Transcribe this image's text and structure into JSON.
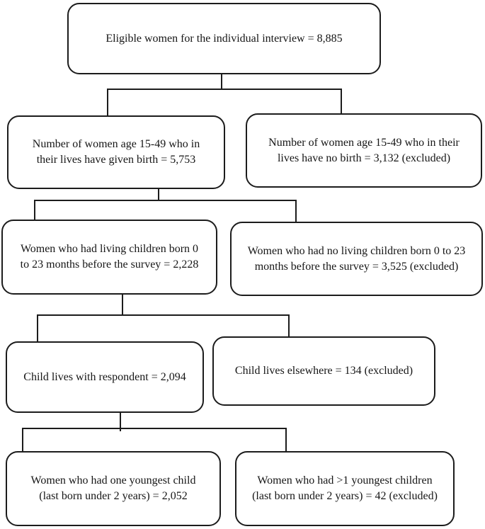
{
  "diagram": {
    "kind": "participant-selection-flowchart",
    "colors": {
      "background": "#ffffff",
      "line": "#1c1c1c",
      "text": "#161616"
    },
    "nodes": [
      {
        "id": "eligible",
        "text": "Eligible women for the individual interview = 8,885",
        "value": "8,885",
        "status": "included"
      },
      {
        "id": "given-birth",
        "text": "Number of women age 15-49 who in\ntheir lives have given birth = 5,753",
        "value": "5,753",
        "status": "included"
      },
      {
        "id": "no-birth",
        "text": "Number of women age 15-49 who in their\nlives have no birth = 3,132 (excluded)",
        "value": "3,132",
        "status": "excluded"
      },
      {
        "id": "living-children",
        "text": "Women who had living children born 0\nto 23 months before the survey = 2,228",
        "value": "2,228",
        "status": "included"
      },
      {
        "id": "no-living-children",
        "text": "Women who had no living children born 0 to 23\nmonths before the survey = 3,525 (excluded)",
        "value": "3,525",
        "status": "excluded"
      },
      {
        "id": "child-with-respondent",
        "text": "Child lives with respondent = 2,094",
        "value": "2,094",
        "status": "included"
      },
      {
        "id": "child-elsewhere",
        "text": "Child lives elsewhere = 134 (excluded)",
        "value": "134",
        "status": "excluded"
      },
      {
        "id": "one-youngest-child",
        "text": "Women who had one youngest child\n(last born under 2 years) = 2,052",
        "value": "2,052",
        "status": "included"
      },
      {
        "id": "multiple-youngest",
        "text": "Women who had >1 youngest children\n(last born under 2 years) = 42 (excluded)",
        "value": "42",
        "status": "excluded"
      }
    ],
    "edges": [
      {
        "from": "eligible",
        "to": [
          "given-birth",
          "no-birth"
        ]
      },
      {
        "from": "given-birth",
        "to": [
          "living-children",
          "no-living-children"
        ]
      },
      {
        "from": "living-children",
        "to": [
          "child-with-respondent",
          "child-elsewhere"
        ]
      },
      {
        "from": "child-with-respondent",
        "to": [
          "one-youngest-child",
          "multiple-youngest"
        ]
      }
    ]
  }
}
